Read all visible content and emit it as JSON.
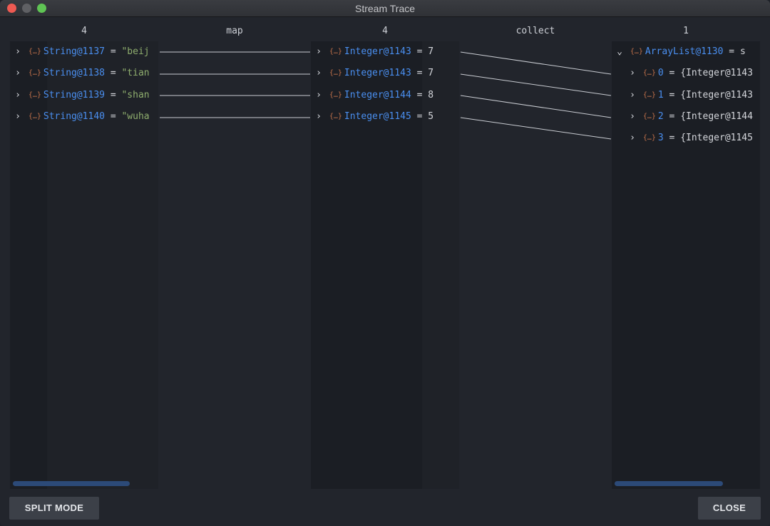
{
  "window": {
    "title": "Stream Trace"
  },
  "columns": [
    {
      "header": "4",
      "kind": "values"
    },
    {
      "header": "map",
      "kind": "operation"
    },
    {
      "header": "4",
      "kind": "values"
    },
    {
      "header": "collect",
      "kind": "operation"
    },
    {
      "header": "1",
      "kind": "values"
    }
  ],
  "panel1": {
    "rows": [
      {
        "ref": "String@1137",
        "eq": "=",
        "value": "\"beij"
      },
      {
        "ref": "String@1138",
        "eq": "=",
        "value": "\"tian"
      },
      {
        "ref": "String@1139",
        "eq": "=",
        "value": "\"shan"
      },
      {
        "ref": "String@1140",
        "eq": "=",
        "value": "\"wuha"
      }
    ]
  },
  "panel2": {
    "rows": [
      {
        "ref": "Integer@1143",
        "eq": "=",
        "value": "7"
      },
      {
        "ref": "Integer@1143",
        "eq": "=",
        "value": "7"
      },
      {
        "ref": "Integer@1144",
        "eq": "=",
        "value": "8"
      },
      {
        "ref": "Integer@1145",
        "eq": "=",
        "value": "5"
      }
    ]
  },
  "panel3": {
    "root": {
      "ref": "ArrayList@1130",
      "eq": "=",
      "value": "s"
    },
    "children": [
      {
        "index": "0",
        "eq": "=",
        "value": "{Integer@1143"
      },
      {
        "index": "1",
        "eq": "=",
        "value": "{Integer@1143"
      },
      {
        "index": "2",
        "eq": "=",
        "value": "{Integer@1144"
      },
      {
        "index": "3",
        "eq": "=",
        "value": "{Integer@1145"
      }
    ]
  },
  "icons": {
    "expand": "chevron-right-icon",
    "collapse": "chevron-down-icon",
    "object": "object-braces-icon"
  },
  "buttons": {
    "split_mode": "SPLIT MODE",
    "close": "CLOSE"
  },
  "colors": {
    "reference": "#4a8ff0",
    "string": "#8fae6e",
    "object_icon": "#c0704a",
    "scrollbar": "#2c4a78"
  }
}
